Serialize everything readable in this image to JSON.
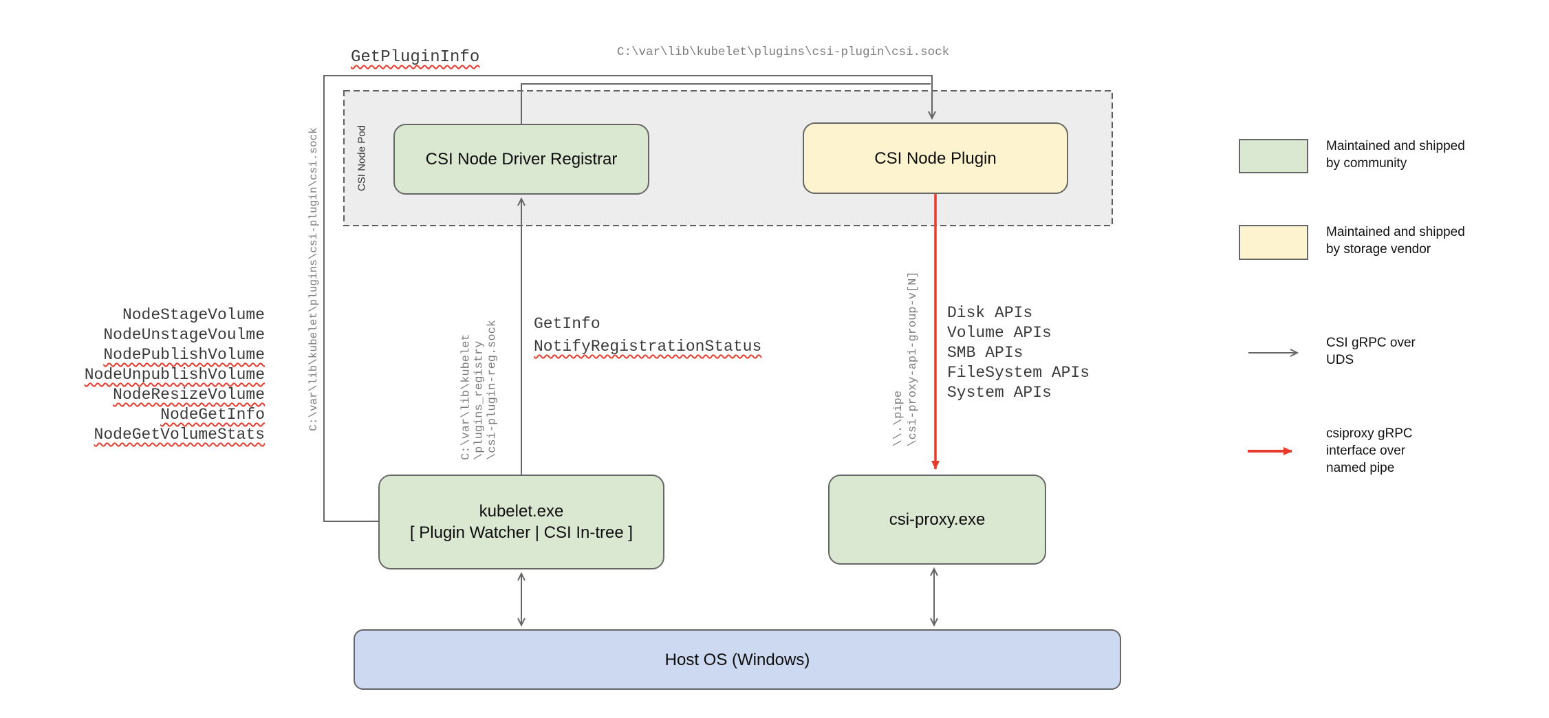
{
  "colors": {
    "community_green": "#dae8d2",
    "vendor_yellow": "#fdf3cf",
    "host_blue": "#ccd9f1",
    "pod_gray": "#ededed",
    "line_gray": "#666666",
    "pipe_red": "#e83a2d",
    "wavy_red": "#e83a2d",
    "path_text_gray": "#7d7d7d",
    "mono_text": "#3a3a3a"
  },
  "nodes": {
    "pod_label": "CSI Node Pod",
    "registrar": "CSI Node Driver Registrar",
    "plugin": "CSI Node Plugin",
    "kubelet_line1": "kubelet.exe",
    "kubelet_line2": "[ Plugin Watcher | CSI In-tree ]",
    "csi_proxy": "csi-proxy.exe",
    "host_os": "Host OS (Windows)"
  },
  "connectors": {
    "get_plugin_info": "GetPluginInfo",
    "csi_sock_path": "C:\\var\\lib\\kubelet\\plugins\\csi-plugin\\csi.sock",
    "kubelet_methods": [
      "NodeStageVolume",
      "NodeUnstageVoulme",
      "NodePublishVolume",
      "NodeUnpublishVolume",
      "NodeResizeVolume",
      "NodeGetInfo",
      "NodeGetVolumeStats"
    ],
    "registration_methods": [
      "GetInfo",
      "NotifyRegistrationStatus"
    ],
    "plugins_registry_path": [
      "C:\\var\\lib\\kubelet",
      "\\plugins_registry",
      "\\csi-plugin-reg.sock"
    ],
    "named_pipe_path": [
      "\\\\.\\pipe",
      "\\csi-proxy-api-group-v[N]"
    ],
    "proxy_apis": [
      "Disk APIs",
      "Volume APIs",
      "SMB APIs",
      "FileSystem APIs",
      "System APIs"
    ]
  },
  "legend": {
    "community": [
      "Maintained and shipped",
      "by community"
    ],
    "vendor": [
      "Maintained and shipped",
      "by storage vendor"
    ],
    "uds": [
      "CSI gRPC over",
      "UDS"
    ],
    "pipe": [
      "csiproxy gRPC",
      "interface over",
      "named pipe"
    ]
  }
}
